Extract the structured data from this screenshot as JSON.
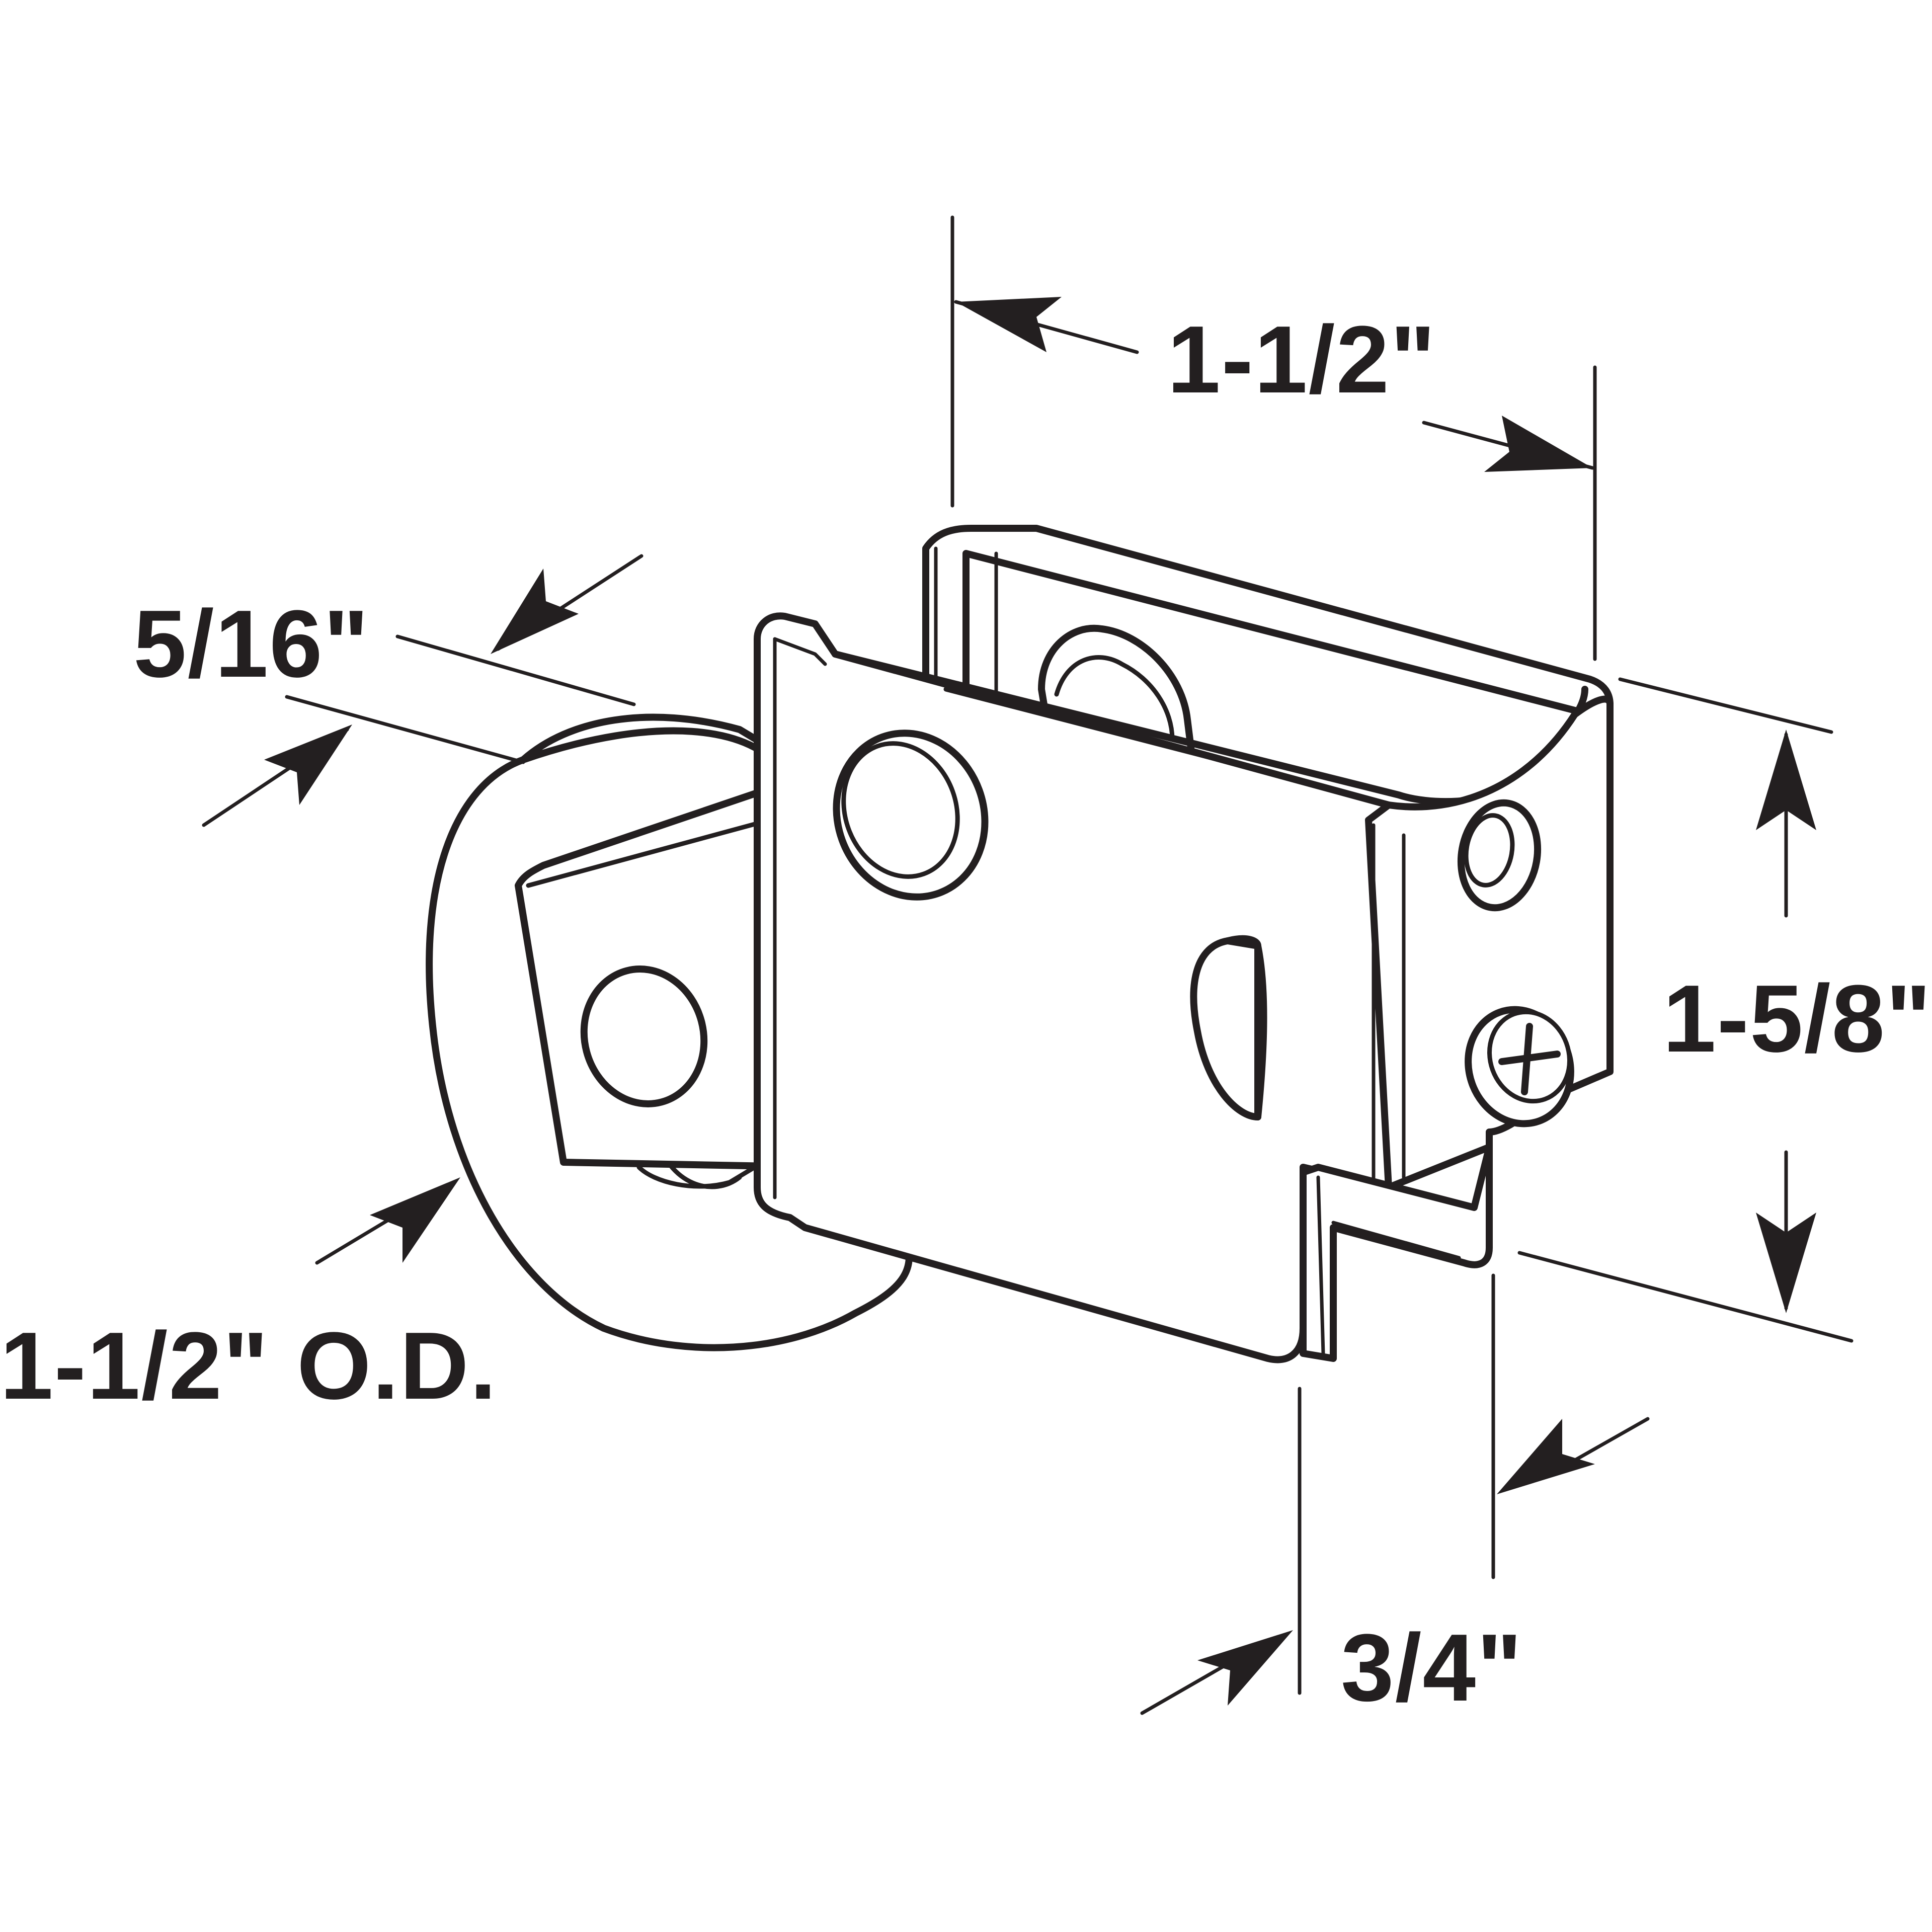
{
  "diagram": {
    "colors": {
      "ink": "#231f20",
      "background": "#ffffff"
    },
    "dimensions": {
      "top_width": "1-1/2\"",
      "height": "1-5/8\"",
      "wheel_thickness": "5/16\"",
      "wheel_diameter": "1-1/2\" O.D.",
      "bottom_width": "3/4\""
    },
    "icons": {
      "screw": "phillips-screw-icon"
    }
  }
}
